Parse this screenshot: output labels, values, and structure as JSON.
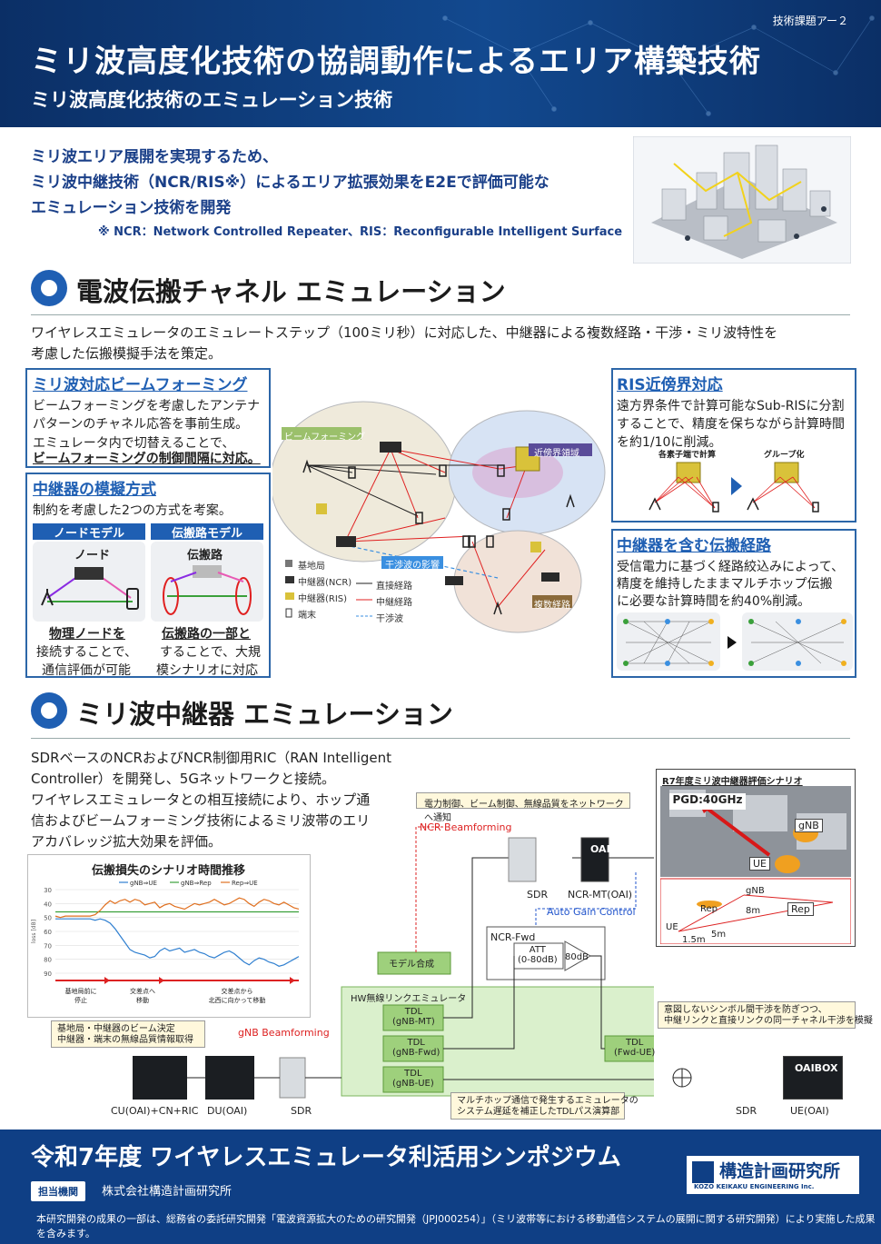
{
  "header": {
    "task_label": "技術課題アー２",
    "title": "ミリ波高度化技術の協調動作によるエリア構築技術",
    "subtitle": "ミリ波高度化技術のエミュレーション技術"
  },
  "intro": {
    "line1": "ミリ波エリア展開を実現するため、",
    "line2": "ミリ波中継技術（NCR/RIS※）によるエリア拡張効果をE2Eで評価可能な",
    "line3": "エミュレーション技術を開発",
    "note": "※ NCR：Network Controlled Repeater、RIS：Reconfigurable Intelligent Surface"
  },
  "section1": {
    "title": "電波伝搬チャネル エミュレーション",
    "desc1": "ワイヤレスエミュレータのエミュレートステップ（100ミリ秒）に対応した、中継器による複数経路・干渉・ミリ波特性を",
    "desc2": "考慮した伝搬模擬手法を策定。",
    "beam": {
      "title": "ミリ波対応ビームフォーミング",
      "l1": "ビームフォーミングを考慮したアンテナ",
      "l2": "パターンのチャネル応答を事前生成。",
      "l3": "エミュレータ内で切替えることで、",
      "l4": "ビームフォーミングの制御間隔に対応。"
    },
    "repeater": {
      "title": "中継器の模擬方式",
      "intro": "制約を考慮した2つの方式を考案。",
      "node_tag": "ノードモデル",
      "path_tag": "伝搬路モデル",
      "node_label": "ノード",
      "path_label": "伝搬路",
      "node_d1": "物理ノードを",
      "node_d2": "接続することで、",
      "node_d3": "通信評価が可能",
      "path_d1": "伝搬路の一部と",
      "path_d2": "することで、大規",
      "path_d3": "模シナリオに対応"
    },
    "diagram": {
      "beam_tag": "ビームフォーミング",
      "near_tag": "近傍界領域",
      "interf_tag": "干渉波の影響",
      "multi_tag": "複数経路",
      "legend": [
        "基地局",
        "中継器(NCR)",
        "中継器(RIS)",
        "端末",
        "直接経路",
        "中継経路",
        "干渉波"
      ]
    },
    "ris": {
      "title": "RIS近傍界対応",
      "l1": "遠方界条件で計算可能なSub-RISに分割",
      "l2": "することで、精度を保ちながら計算時間",
      "l3": "を約1/10に削減。",
      "cap1": "各素子端で計算",
      "cap2": "グループ化"
    },
    "path": {
      "title": "中継器を含む伝搬経路",
      "l1": "受信電力に基づく経路絞込みによって、",
      "l2": "精度を維持したままマルチホップ伝搬",
      "l3": "に必要な計算時間を約40%削減。"
    }
  },
  "section2": {
    "title": "ミリ波中継器 エミュレーション",
    "d1": "SDRベースのNCRおよびNCR制御用RIC（RAN Intelligent",
    "d2": "Controller）を開発し、5Gネットワークと接続。",
    "d3": "ワイヤレスエミュレータとの相互接続により、ホップ通",
    "d4": "信およびビームフォーミング技術によるミリ波帯のエリ",
    "d5": "アカバレッジ拡大効果を評価。",
    "chart_title": "伝搬損失のシナリオ時間推移",
    "ylabel": "loss [dB]",
    "phase1": "基地局前に\n停止",
    "phase2": "交差点へ\n移動",
    "phase3": "交差点から\n北西に向かって移動",
    "callout_top": "電力制御、ビーム制御、無線品質をネットワークへ通知",
    "ncr_bf": "NCR Beamforming",
    "gnb_bf": "gNB Beamforming",
    "agc": "Auto Gain Control",
    "ncr_fwd": "NCR-Fwd",
    "att": "ATT\n(0-80dB)",
    "gain": "80dB",
    "model": "モデル合成",
    "hw_emu": "HW無線リンクエミュレータ",
    "tdl_mt": "TDL\n(gNB-MT)",
    "tdl_fwd": "TDL\n(gNB-Fwd)",
    "tdl_ue": "TDL\n(gNB-UE)",
    "tdl_fwdue": "TDL\n(Fwd-UE)",
    "callout_left": "基地局・中継器のビーム決定\n中継器・端末の無線品質情報取得",
    "callout_right": "意図しないシンボル間干渉を防ぎつつ、\n中継リンクと直接リンクの同一チャネル干渉を模擬",
    "callout_bottom": "マルチホップ通信で発生するエミュレータの\nシステム遅延を補正したTDLパス演算部",
    "dev_cu": "CU(OAI)+CN+RIC",
    "dev_du": "DU(OAI)",
    "dev_sdr1": "SDR",
    "dev_sdr2": "SDR",
    "dev_ncrmt": "NCR-MT(OAI)",
    "dev_sdr3": "SDR",
    "dev_ue": "UE(OAI)",
    "oaibox1": "OAIBOX",
    "oaibox2": "OAIBOX",
    "scenario_title": "R7年度ミリ波中継器評価シナリオ",
    "pgd": "PGD:40GHz",
    "gnb": "gNB",
    "ue": "UE",
    "rep": "Rep",
    "dist1": "5m",
    "dist2": "8m",
    "dist3": "1.5m",
    "small_gnb": "gNB",
    "small_rep": "Rep",
    "small_ue": "UE"
  },
  "chart_data": {
    "type": "line",
    "title": "伝搬損失のシナリオ時間推移",
    "xlabel": "",
    "ylabel": "loss [dB]",
    "ylim": [
      30,
      90
    ],
    "yticks": [
      30,
      40,
      50,
      60,
      70,
      80,
      90
    ],
    "y_inverted": true,
    "series": [
      {
        "name": "gNB⇒UE",
        "color": "#2f7fd0",
        "values": [
          51,
          51,
          51,
          51,
          51,
          51,
          51,
          51,
          52,
          51,
          52,
          54,
          58,
          63,
          68,
          73,
          75,
          76,
          77,
          79,
          78,
          74,
          72,
          74,
          73,
          72,
          75,
          74,
          73,
          75,
          76,
          78,
          79,
          77,
          75,
          74,
          76,
          79,
          82,
          84,
          81,
          79,
          80,
          82,
          83,
          85,
          84,
          82,
          80,
          78
        ]
      },
      {
        "name": "gNB⇒Rep",
        "color": "#3aa03a",
        "values": [
          46,
          46,
          46,
          46,
          46,
          46,
          46,
          46,
          46,
          46,
          46,
          46,
          46,
          46,
          46,
          46,
          46,
          46,
          46,
          46,
          46,
          46,
          46,
          46,
          46,
          46,
          46,
          46,
          46,
          46,
          46,
          46,
          46,
          46,
          46,
          46,
          46,
          46,
          46,
          46,
          46,
          46,
          46,
          46,
          46,
          46,
          46,
          46,
          46,
          46
        ]
      },
      {
        "name": "Rep⇒UE",
        "color": "#e07020",
        "values": [
          49,
          50,
          49,
          49,
          49,
          49,
          49,
          49,
          48,
          45,
          41,
          38,
          40,
          38,
          37,
          39,
          37,
          38,
          41,
          40,
          39,
          43,
          41,
          40,
          42,
          43,
          44,
          42,
          40,
          41,
          40,
          39,
          37,
          39,
          41,
          40,
          38,
          36,
          37,
          40,
          42,
          39,
          37,
          38,
          40,
          41,
          39,
          41,
          43,
          44
        ]
      }
    ]
  },
  "footer": {
    "title": "令和7年度  ワイヤレスエミュレータ利活用シンポジウム",
    "org_label": "担当機関",
    "org_name": "株式会社構造計画研究所",
    "logo_text": "構造計画研究所",
    "logo_sub": "KOZO KEIKAKU ENGINEERING Inc.",
    "note": "本研究開発の成果の一部は、総務省の委託研究開発「電波資源拡大のための研究開発（JPJ000254）」（ミリ波帯等における移動通信システムの展開に関する研究開発）により実施した成果を含みます。"
  },
  "colors": {
    "brand": "#0f3f85",
    "accent": "#1f5fb3",
    "relay": "#e02020",
    "direct": "#222222",
    "interference": "#3a8fe0"
  }
}
